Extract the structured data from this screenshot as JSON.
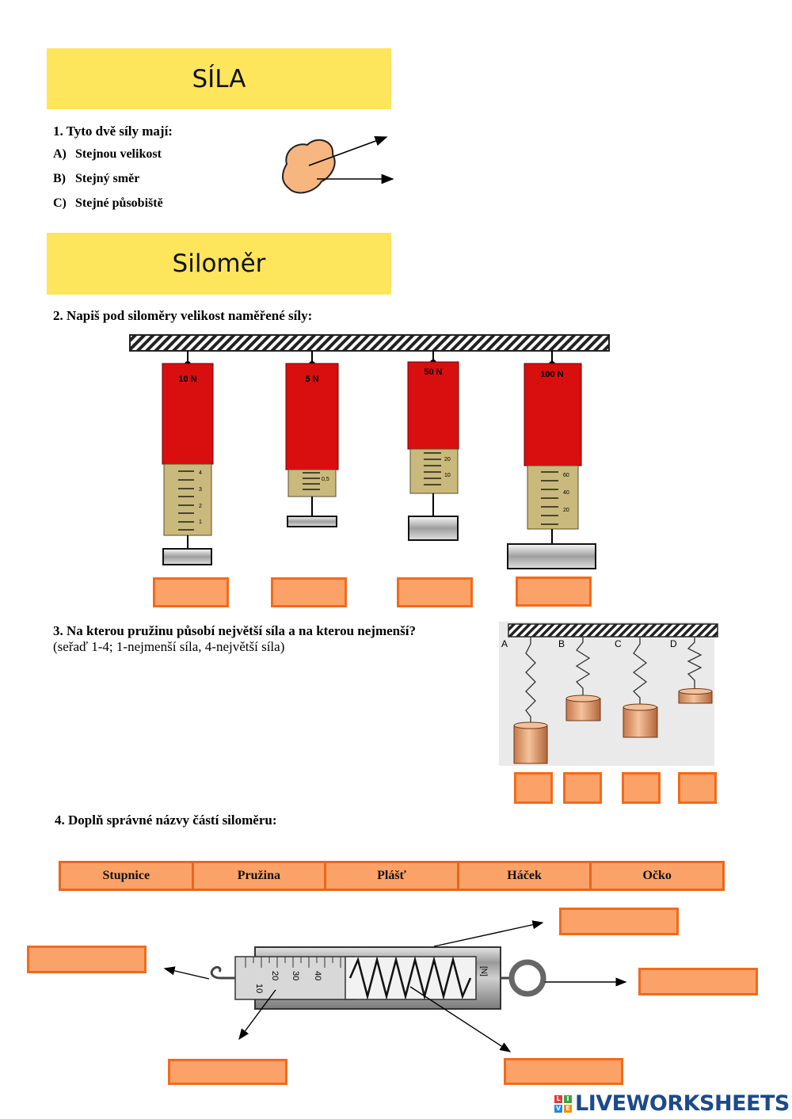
{
  "section1": {
    "title": "SÍLA",
    "question": "1. Tyto dvě síly mají:",
    "options": [
      {
        "letter": "A)",
        "text": "Stejnou velikost"
      },
      {
        "letter": "B)",
        "text": "Stejný směr"
      },
      {
        "letter": "C)",
        "text": "Stejné působiště"
      }
    ]
  },
  "section2": {
    "title": "Siloměr",
    "question": "2. Napiš pod siloměry velikost naměřené síly:",
    "meters": [
      {
        "label": "10 N",
        "scale": [
          "4",
          "3",
          "2",
          "1"
        ]
      },
      {
        "label": "5 N",
        "scale": [
          "0,5"
        ]
      },
      {
        "label": "50 N",
        "scale": [
          "20",
          "10"
        ]
      },
      {
        "label": "100 N",
        "scale": [
          "60",
          "40",
          "20"
        ]
      }
    ]
  },
  "section3": {
    "question": "3. Na kterou pružinu působí největší síla a na kterou nejmenší?",
    "subtitle": "(seřaď 1-4; 1-nejmenší síla, 4-největší síla)",
    "springs": [
      "A",
      "B",
      "C",
      "D"
    ]
  },
  "section4": {
    "question": "4. Doplň správné názvy částí siloměru:",
    "words": [
      "Stupnice",
      "Pružina",
      "Plášť",
      "Háček",
      "Očko"
    ],
    "scale": [
      "10",
      "20",
      "30",
      "40"
    ],
    "unit": "[N]"
  },
  "footer": {
    "logo_letters": [
      "L",
      "I",
      "V",
      "E"
    ],
    "logo_text": "LIVEWORKSHEETS",
    "colors": {
      "red": "#e53935",
      "green": "#43a047",
      "blue": "#1e88e5",
      "orange": "#fb8c00"
    }
  },
  "colors": {
    "banner": "#fde55c",
    "answer_fill": "#fba268",
    "answer_border": "#f36a1c",
    "meter_red": "#d90f0f",
    "meter_scale": "#c9b97c"
  }
}
